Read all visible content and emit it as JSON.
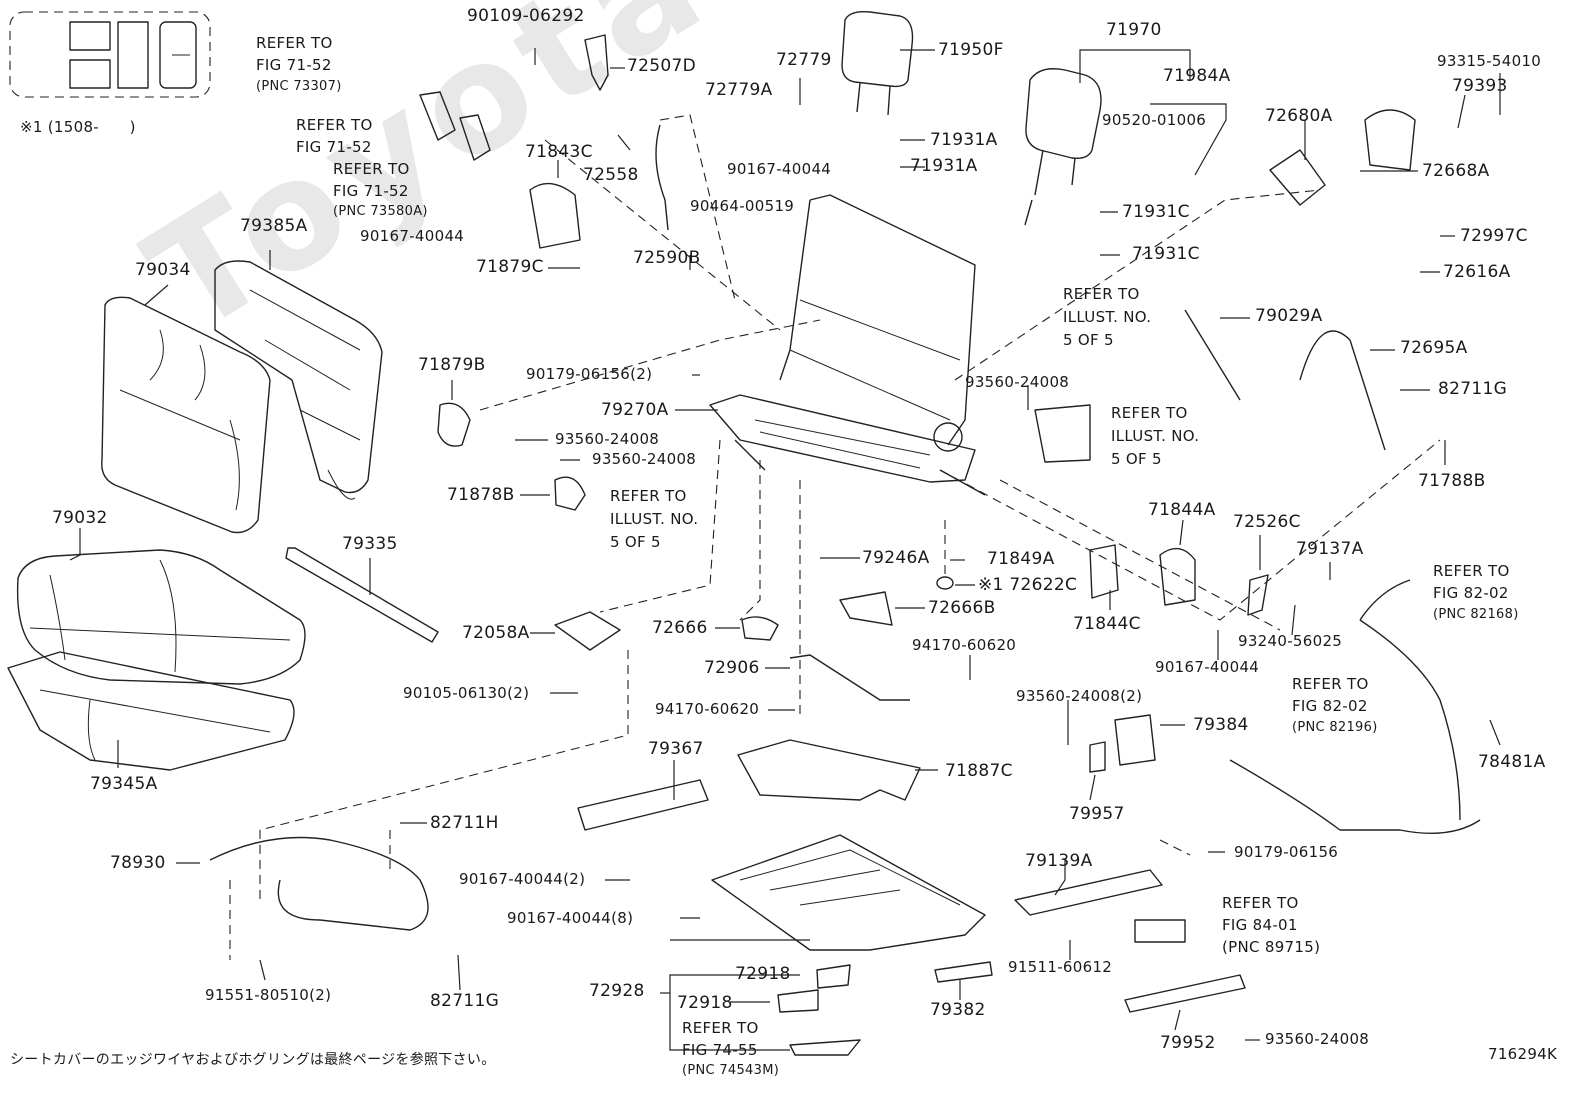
{
  "watermark": "ToyotaGenuine.ru",
  "figure_code": "716294K",
  "footnote": "シートカバーのエッジワイヤおよびホグリングは最終ページを参照下さい。",
  "variant_note": "※1 (1508-　　)",
  "labels": {
    "p90109_06292": "90109-06292",
    "p72507D": "72507D",
    "p72779": "72779",
    "p71950F": "71950F",
    "p71970": "71970",
    "p93315_54010": "93315-54010",
    "p71984A": "71984A",
    "p79393": "79393",
    "p72779A": "72779A",
    "p90520_01006": "90520-01006",
    "p72680A": "72680A",
    "p71843C": "71843C",
    "p71931A_1": "71931A",
    "p71931A_2": "71931A",
    "p72668A": "72668A",
    "p72558": "72558",
    "p90167_40044_top": "90167-40044",
    "p90464_00519": "90464-00519",
    "p71931C_1": "71931C",
    "p72997C": "72997C",
    "p79385A": "79385A",
    "p90167_40044_left": "90167-40044",
    "p71931C_2": "71931C",
    "p72616A": "72616A",
    "p79034": "79034",
    "p71879C": "71879C",
    "p72590B": "72590B",
    "p79029A": "79029A",
    "p72695A": "72695A",
    "p71879B": "71879B",
    "p90179_06156_2": "90179-06156(2)",
    "p93560_24008_mid": "93560-24008",
    "p82711G_r": "82711G",
    "p79270A": "79270A",
    "p93560_24008_a": "93560-24008",
    "p93560_24008_b": "93560-24008",
    "p71788B": "71788B",
    "p71878B": "71878B",
    "p79032": "79032",
    "p71844A": "71844A",
    "p72526C": "72526C",
    "p79335": "79335",
    "p79246A": "79246A",
    "p71849A": "71849A",
    "p79137A": "79137A",
    "p72622C": "※1 72622C",
    "p72666B": "72666B",
    "p72058A": "72058A",
    "p72666": "72666",
    "p71844C": "71844C",
    "p93240_56025": "93240-56025",
    "p94170_60620_a": "94170-60620",
    "p72906": "72906",
    "p90167_40044_r": "90167-40044",
    "p90105_06130": "90105-06130(2)",
    "p94170_60620_b": "94170-60620",
    "p93560_24008_2": "93560-24008(2)",
    "p79345A": "79345A",
    "p79367": "79367",
    "p79384": "79384",
    "p78481A": "78481A",
    "p71887C": "71887C",
    "p82711H": "82711H",
    "p79957": "79957",
    "p78930": "78930",
    "p90179_06156": "90179-06156",
    "p79139A": "79139A",
    "p90167_40044_2": "90167-40044(2)",
    "p90167_40044_8": "90167-40044(8)",
    "p91511_60612": "91511-60612",
    "p91551_80510": "91551-80510(2)",
    "p82711G_b": "82711G",
    "p72918_1": "72918",
    "p72918_2": "72918",
    "p72928": "72928",
    "p79382": "79382",
    "p79952": "79952",
    "p93560_24008_bot": "93560-24008"
  },
  "references": {
    "ref1": [
      "REFER TO",
      "FIG 71-52",
      "(PNC 73307)"
    ],
    "ref2": [
      "REFER TO",
      "FIG 71-52"
    ],
    "ref3": [
      "REFER TO",
      "FIG 71-52",
      "(PNC 73580A)"
    ],
    "ref4": [
      "REFER TO",
      "ILLUST. NO.",
      "5 OF 5"
    ],
    "ref5": [
      "REFER TO",
      "ILLUST. NO.",
      "5 OF 5"
    ],
    "ref6": [
      "REFER TO",
      "ILLUST. NO.",
      "5 OF 5"
    ],
    "ref7": [
      "REFER TO",
      "FIG 82-02",
      "(PNC 82168)"
    ],
    "ref8": [
      "REFER TO",
      "FIG 82-02",
      "(PNC 82196)"
    ],
    "ref9": [
      "REFER TO",
      "FIG 84-01",
      "(PNC 89715)"
    ],
    "ref10": [
      "REFER TO",
      "FIG 74-55",
      "(PNC 74543M)"
    ]
  }
}
